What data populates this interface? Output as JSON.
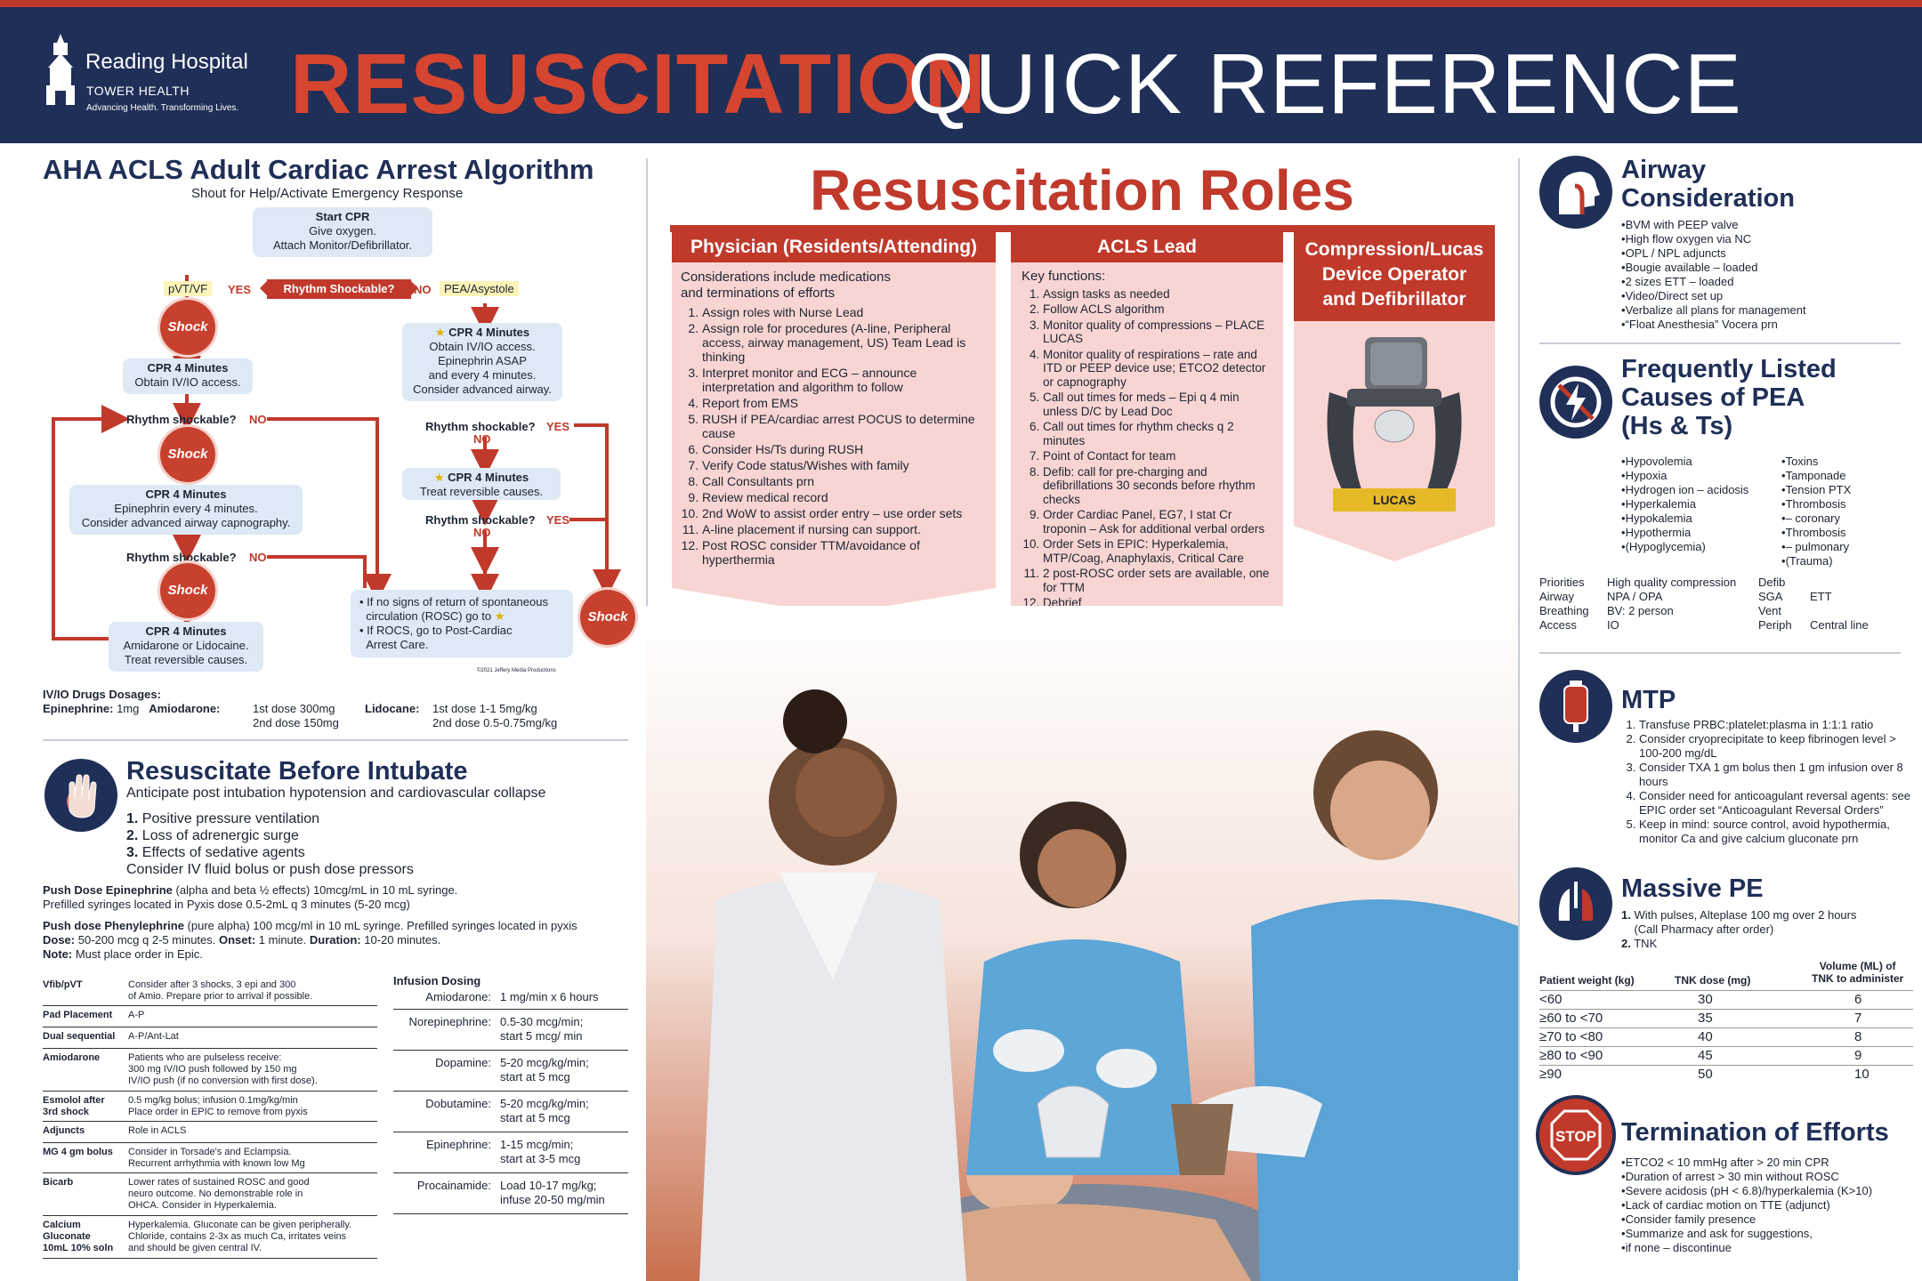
{
  "header": {
    "org_name": "Reading Hospital",
    "org_sub": "TOWER HEALTH",
    "org_tagline": "Advancing Health. Transforming Lives.",
    "title_red": "RESUSCITATION",
    "title_white": "QUICK REFERENCE GUIDE"
  },
  "algorithm": {
    "title": "AHA ACLS Adult Cardiac Arrest Algorithm",
    "subtitle": "Shout for Help/Activate Emergency Response",
    "start_title": "Start CPR",
    "start_line1": "Give oxygen.",
    "start_line2": "Attach Monitor/Defibrillator.",
    "pvt_vf": "pVT/VF",
    "yes": "YES",
    "no": "NO",
    "rhythm_shockable_q": "Rhythm Shockable?",
    "pea_asystole": "PEA/Asystole",
    "shock": "Shock",
    "cpr1_title": "CPR 4 Minutes",
    "cpr1_text": "Obtain IV/IO access.",
    "rhythm_shockable": "Rhythm shockable?",
    "cpr2_title": "CPR 4 Minutes",
    "cpr2_line1": "Epinephrin every 4 minutes.",
    "cpr2_line2": "Consider advanced airway capnography.",
    "cpr3_title": "CPR 4 Minutes",
    "cpr3_line1": "Amidarone or Lidocaine.",
    "cpr3_line2": "Treat reversible causes.",
    "pea1_title": "CPR 4 Minutes",
    "pea1_line1": "Obtain IV/IO access.",
    "pea1_line2": "Epinephrin ASAP",
    "pea1_line3": "and every 4 minutes.",
    "pea1_line4": "Consider advanced airway.",
    "pea2_title": "CPR 4 Minutes",
    "pea2_line1": "Treat reversible causes.",
    "rosc_line1": "If no signs of return of spontaneous",
    "rosc_line2": "circulation (ROSC) go to",
    "rosc_line3": "If ROCS, go to Post-Cardiac",
    "rosc_line4": "Arrest Care.",
    "copyright": "©2021 Jeffery Media Productions"
  },
  "drugs": {
    "title": "IV/IO Drugs Dosages:",
    "epi_label": "Epinephrine:",
    "epi_value": "1mg",
    "amio_label": "Amiodarone:",
    "amio_1": "1st dose 300mg",
    "amio_2": "2nd dose 150mg",
    "lido_label": "Lidocane:",
    "lido_1": "1st dose 1-1 5mg/kg",
    "lido_2": "2nd dose 0.5-0.75mg/kg"
  },
  "rbi": {
    "title": "Resuscitate Before Intubate",
    "subtitle": "Anticipate post intubation hypotension and cardiovascular collapse",
    "item1": "Positive pressure ventilation",
    "item2": "Loss of adrenergic surge",
    "item3": "Effects of sedative agents",
    "item4": "Consider IV fluid bolus or push dose pressors",
    "push_epi_bold": "Push Dose Epinephrine",
    "push_epi_text": " (alpha and beta ½ effects) 10mcg/mL in 10 mL syringe.",
    "push_epi_line2": "Prefilled syringes located in Pyxis dose 0.5-2mL q 3 minutes (5-20 mcg)",
    "push_phenyl_bold": "Push dose Phenylephrine",
    "push_phenyl_text": " (pure alpha) 100 mcg/ml in 10 mL syringe. Prefilled syringes located in pyxis",
    "push_dose_label": "Dose:",
    "push_dose_text": " 50-200 mcg q 2-5 minutes. ",
    "push_onset_label": "Onset:",
    "push_onset_text": " 1 minute. ",
    "push_dur_label": "Duration:",
    "push_dur_text": " 10-20 minutes.",
    "note_label": "Note:",
    "note_text": " Must place order in Epic."
  },
  "meds_table": [
    {
      "k": "Vfib/pVT",
      "v1": "Consider after 3 shocks, 3 epi and 300",
      "v2": "of Amio. Prepare prior to arrival if possible."
    },
    {
      "k": "Pad Placement",
      "v1": "A-P",
      "v2": ""
    },
    {
      "k": "Dual sequential",
      "v1": "A-P/Ant-Lat",
      "v2": ""
    },
    {
      "k": "Amiodarone",
      "v1": "Patients who are pulseless receive:",
      "v2": "300 mg IV/IO push followed by 150 mg",
      "v3": "IV/IO push (if no conversion with first dose)."
    },
    {
      "k": "Esmolol after",
      "k2": "3rd shock",
      "v1": "0.5 mg/kg bolus; infusion 0.1mg/kg/min",
      "v2": "Place order in EPIC to remove from pyxis"
    },
    {
      "k": "Adjuncts",
      "v1": "Role in ACLS",
      "v2": ""
    },
    {
      "k": "MG 4 gm bolus",
      "v1": "Consider in Torsade's and Eclampsia.",
      "v2": "Recurrent arrhythmia with known low Mg"
    },
    {
      "k": "Bicarb",
      "v1": "Lower rates of sustained ROSC and good",
      "v2": "neuro outcome. No demonstrable role in",
      "v3": "OHCA. Consider in Hyperkalemia."
    },
    {
      "k": "Calcium",
      "k2": "Gluconate",
      "k3": "10mL 10% soln",
      "v1": "Hyperkalemia. Gluconate can be given peripherally.",
      "v2": "Chloride, contains 2-3x as much Ca, irritates veins",
      "v3": "and should be given central IV."
    }
  ],
  "infusion": {
    "title": "Infusion Dosing",
    "rows": [
      {
        "k": "Amiodarone:",
        "v1": "1 mg/min x 6 hours",
        "v2": ""
      },
      {
        "k": "Norepinephrine:",
        "v1": "0.5-30 mcg/min;",
        "v2": "start 5 mcg/ min"
      },
      {
        "k": "Dopamine:",
        "v1": "5-20 mcg/kg/min;",
        "v2": "start at 5 mcg"
      },
      {
        "k": "Dobutamine:",
        "v1": "5-20 mcg/kg/min;",
        "v2": "start at 5 mcg"
      },
      {
        "k": "Epinephrine:",
        "v1": "1-15 mcg/min;",
        "v2": "start at 3-5 mcg"
      },
      {
        "k": "Procainamide:",
        "v1": "Load 10-17 mg/kg;",
        "v2": "infuse 20-50 mg/min"
      }
    ]
  },
  "roles": {
    "title": "Resuscitation Roles",
    "physician": {
      "header": "Physician (Residents/Attending)",
      "intro1": "Considerations include medications",
      "intro2": "and terminations of efforts",
      "items": [
        "Assign roles with Nurse Lead",
        "Assign role for procedures (A-line, Peripheral access, airway management, US) Team Lead is thinking",
        "Interpret monitor and ECG – announce interpretation and algorithm to follow",
        "Report from EMS",
        "RUSH if PEA/cardiac arrest POCUS to determine cause",
        "Consider Hs/Ts during RUSH",
        "Verify Code status/Wishes with family",
        "Call Consultants prn",
        "Review medical record",
        "2nd WoW to assist order entry – use order sets",
        "A-line placement if nursing can support.",
        "Post ROSC consider TTM/avoidance of hyperthermia"
      ]
    },
    "acls": {
      "header": "ACLS Lead",
      "intro": "Key functions:",
      "items": [
        "Assign tasks as needed",
        "Follow ACLS algorithm",
        "Monitor quality of compressions – PLACE LUCAS",
        "Monitor quality of respirations – rate and ITD or PEEP device use; ETCO2 detector or capnography",
        "Call out times for meds – Epi q 4 min unless D/C by Lead Doc",
        "Call out times for rhythm checks q 2 minutes",
        "Point of Contact for team",
        "Defib: call for pre-charging and defibrillations 30 seconds before rhythm checks",
        "Order Cardiac Panel, EG7, I stat Cr troponin – Ask for additional verbal orders",
        "Order Sets in EPIC: Hyperkalemia, MTP/Coag, Anaphylaxis, Critical Care",
        "2 post-ROSC order sets are available, one for TTM",
        "Debrief"
      ]
    },
    "compression": {
      "header1": "Compression/Lucas",
      "header2": "Device Operator",
      "header3": "and Defibrillator",
      "device_label": "LUCAS"
    }
  },
  "airway": {
    "title1": "Airway",
    "title2": "Consideration",
    "items": [
      "BVM with PEEP valve",
      "High flow oxygen via NC",
      "OPL / NPL adjuncts",
      "Bougie available – loaded",
      "2 sizes ETT – loaded",
      "Video/Direct set up",
      "Verbalize all plans for management",
      "“Float Anesthesia” Vocera prn"
    ]
  },
  "pea": {
    "title1": "Frequently Listed",
    "title2": "Causes of PEA",
    "title3": "(Hs & Ts)",
    "hs": [
      "Hypovolemia",
      "Hypoxia",
      "Hydrogen ion – acidosis",
      "Hyperkalemia",
      "Hypokalemia",
      "Hypothermia",
      "(Hypoglycemia)"
    ],
    "ts": [
      "Toxins",
      "Tamponade",
      "Tension PTX",
      "Thrombosis",
      "– coronary",
      "Thrombosis",
      "– pulmonary",
      "(Trauma)"
    ],
    "prio_labels": [
      "Priorities",
      "Airway",
      "Breathing",
      "Access"
    ],
    "prio_vals": [
      "High quality compression",
      "NPA / OPA",
      "BV: 2 person",
      "IO"
    ],
    "prio_labels2": [
      "Defib",
      "SGA",
      "Vent",
      "Periph"
    ],
    "prio_vals2": [
      "",
      "ETT",
      "",
      "Central line"
    ]
  },
  "mtp": {
    "title": "MTP",
    "items": [
      "Transfuse PRBC:platelet:plasma in 1:1:1 ratio",
      "Consider cryoprecipitate to keep fibrinogen level > 100-200 mg/dL",
      "Consider TXA 1 gm bolus then 1 gm infusion over 8 hours",
      "Consider need for anticoagulant reversal agents: see EPIC order set “Anticoagulant Reversal Orders”",
      "Keep in mind: source control, avoid hypothermia, monitor Ca and give calcium gluconate prn"
    ]
  },
  "pe": {
    "title": "Massive PE",
    "item1a": "With pulses, Alteplase 100 mg over 2 hours",
    "item1b": "(Call Pharmacy after order)",
    "item2": "TNK",
    "col1": "Patient weight (kg)",
    "col2": "TNK dose (mg)",
    "col3a": "Volume (ML) of",
    "col3b": "TNK to administer",
    "rows": [
      {
        "w": "<60",
        "d": "30",
        "v": "6"
      },
      {
        "w": "≥60 to <70",
        "d": "35",
        "v": "7"
      },
      {
        "w": "≥70 to <80",
        "d": "40",
        "v": "8"
      },
      {
        "w": "≥80 to <90",
        "d": "45",
        "v": "9"
      },
      {
        "w": "≥90",
        "d": "50",
        "v": "10"
      }
    ]
  },
  "term": {
    "title": "Termination of Efforts",
    "stop": "STOP",
    "items": [
      "ETCO2 < 10 mmHg after > 20 min CPR",
      "Duration of arrest > 30 min without ROSC",
      "Severe acidosis (pH < 6.8)/hyperkalemia (K>10)",
      "Lack of cardiac motion on TTE (adjunct)",
      "Consider family presence",
      "Summarize and ask for suggestions,",
      "if none – discontinue"
    ]
  },
  "colors": {
    "navy": "#1f2f57",
    "red": "#c0392b",
    "pink": "#f8d5d2",
    "light_blue": "#dde9f4"
  }
}
